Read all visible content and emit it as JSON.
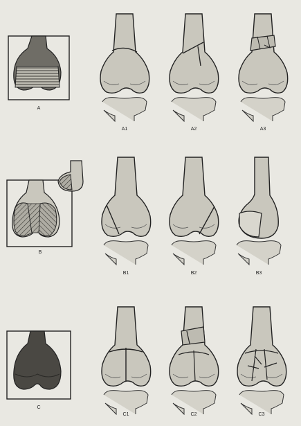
{
  "labels": {
    "a": "A",
    "a1": "A1",
    "a2": "A2",
    "a3": "A3",
    "b": "B",
    "b1": "B1",
    "b2": "B2",
    "b3": "B3",
    "c": "C",
    "c1": "C1",
    "c2": "C2",
    "c3": "C3"
  },
  "colors": {
    "background": "#e9e8e2",
    "bone_fill": "#c9c7bd",
    "shaded_fill": "#6f6d66",
    "dark_fill": "#4a4843",
    "line": "#222222"
  }
}
